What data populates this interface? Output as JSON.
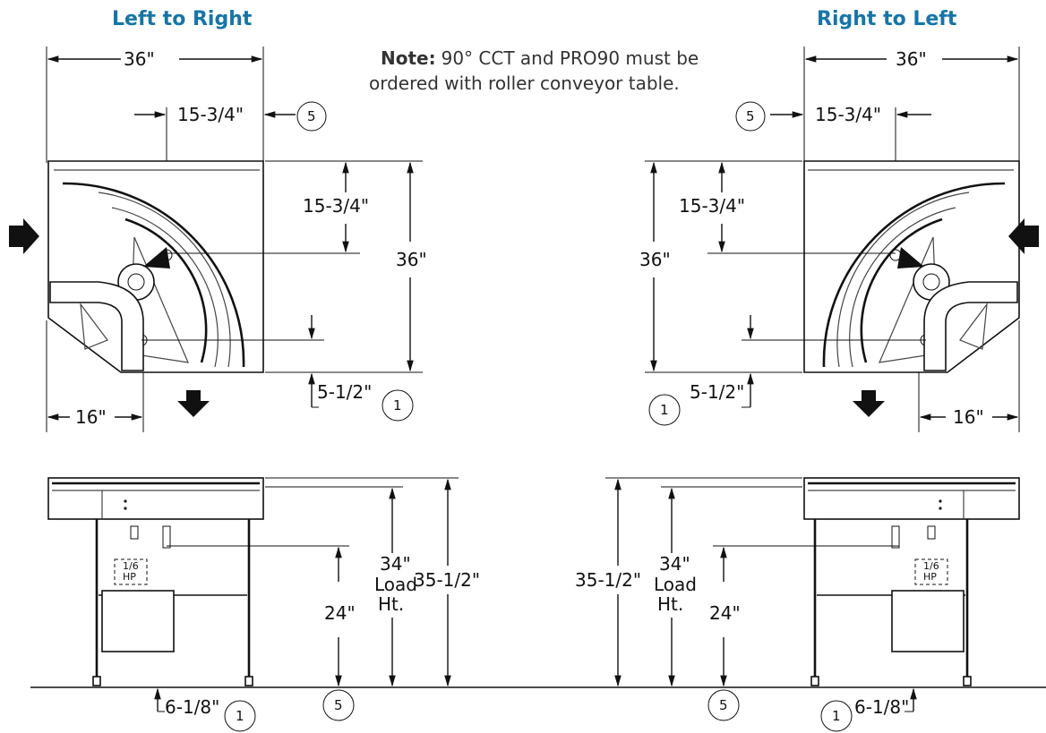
{
  "headers": {
    "left": "Left to Right",
    "right": "Right to Left"
  },
  "note": {
    "label": "Note:",
    "line1": "90° CCT and PRO90 must be",
    "line2": "ordered with roller conveyor table."
  },
  "plan_left": {
    "width": "36\"",
    "offset_top": "15-3/4\"",
    "offset_side": "15-3/4\"",
    "height": "36\"",
    "bottom_offset": "5-1/2\"",
    "bottom_width": "16\"",
    "bubble_top": "5",
    "bubble_bottom": "1"
  },
  "plan_right": {
    "width": "36\"",
    "offset_top": "15-3/4\"",
    "offset_side": "15-3/4\"",
    "height": "36\"",
    "bottom_offset": "5-1/2\"",
    "bottom_width": "16\"",
    "bubble_top": "5",
    "bubble_bottom": "1"
  },
  "elev_left": {
    "load_ht_1": "34\"",
    "load_ht_2": "Load",
    "load_ht_3": "Ht.",
    "overall": "35-1/2\"",
    "low": "24\"",
    "foot": "6-1/8\"",
    "motor_1": "1/6",
    "motor_2": "HP",
    "bubble_a": "1",
    "bubble_b": "5"
  },
  "elev_right": {
    "load_ht_1": "34\"",
    "load_ht_2": "Load",
    "load_ht_3": "Ht.",
    "overall": "35-1/2\"",
    "low": "24\"",
    "foot": "6-1/8\"",
    "motor_1": "1/6",
    "motor_2": "HP",
    "bubble_a": "1",
    "bubble_b": "5"
  }
}
